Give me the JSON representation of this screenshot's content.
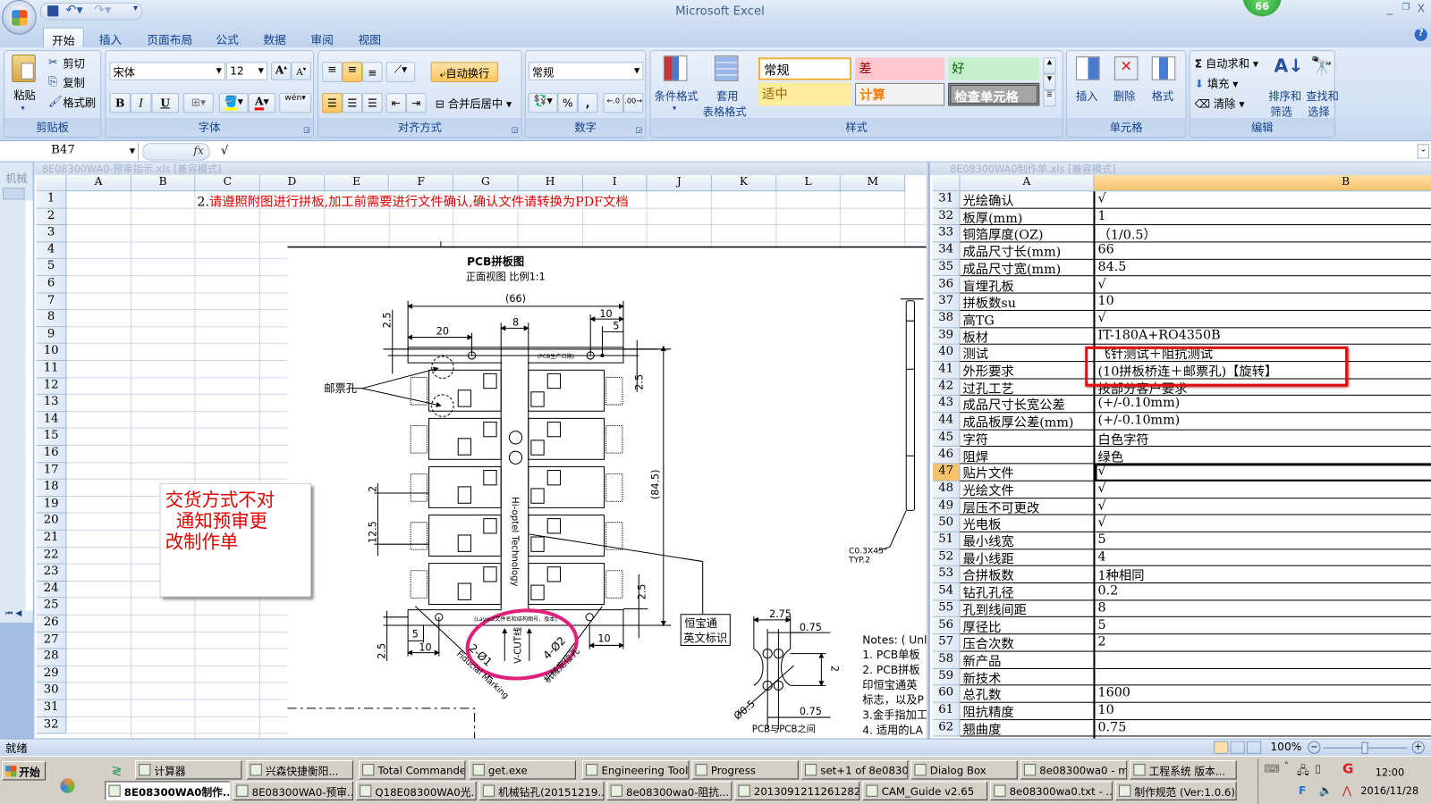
{
  "app": {
    "title": "Microsoft Excel",
    "badge": "66"
  },
  "tabs": [
    "开始",
    "插入",
    "页面布局",
    "公式",
    "数据",
    "审阅",
    "视图"
  ],
  "ribbon": {
    "clipboard": {
      "paste": "粘贴",
      "cut": "剪切",
      "copy": "复制",
      "format_painter": "格式刷",
      "label": "剪贴板"
    },
    "font": {
      "name": "宋体",
      "size": "12",
      "bold": "B",
      "italic": "I",
      "underline": "U",
      "phonetic": "wén",
      "label": "字体"
    },
    "alignment": {
      "wrap_text": "自动换行",
      "merge_center": "合并后居中",
      "label": "对齐方式"
    },
    "number": {
      "format": "常规",
      "percent": "%",
      "comma": ",",
      "label": "数字"
    },
    "styles": {
      "conditional": "条件格式",
      "table1": "套用",
      "table2": "表格格式",
      "normal": "常规",
      "bad": "差",
      "good": "好",
      "neutral": "适中",
      "calculation": "计算",
      "check_cell": "检查单元格",
      "label": "样式"
    },
    "cells": {
      "insert": "插入",
      "delete": "删除",
      "format": "格式",
      "label": "单元格"
    },
    "editing": {
      "autosum": "自动求和",
      "fill": "填充",
      "clear": "清除",
      "sort1": "排序和",
      "sort2": "筛选",
      "find1": "查找和",
      "find2": "选择",
      "label": "编辑"
    }
  },
  "formula_bar": {
    "name_box": "B47",
    "fx": "fx",
    "content": "√"
  },
  "left_window": {
    "mini_title": "机械",
    "title": "8E08300WA0-预审指示.xls [兼容模式]",
    "columns": [
      "A",
      "B",
      "C",
      "D",
      "E",
      "F",
      "G",
      "H",
      "I",
      "J",
      "K",
      "L",
      "M"
    ],
    "row_start": 1,
    "row_count": 32,
    "row1_prefix": "2.",
    "row1_text": "请遵照附图进行拼板,加工前需要进行文件确认,确认文件请转换为PDF文档",
    "note_lines": [
      "交货方式不对",
      "通知预审更",
      "改制作单"
    ]
  },
  "drawing": {
    "title": "PCB拼板图",
    "subtitle": "正面视图 比例1:1",
    "d66": "(66)",
    "d20": "20",
    "d8": "8",
    "d10a": "10",
    "d5a": "5",
    "d25a": "2.5",
    "d25b": "2.5",
    "d845": "(84.5)",
    "d2": "2",
    "d125": "12.5",
    "d25c": "2.5",
    "d5b": "5",
    "d10b": "10",
    "d10c": "10",
    "d25d": "2.5",
    "stamp_hole": "邮票孔",
    "pcb_date": "(PCB生产日期)",
    "layout_note": "(Layout文件名和结构图号、版本)",
    "company": "Hi-optel Technology",
    "vcut": "V-CUT线",
    "fid1": "2-Ø1",
    "fid2": "Fiducial Marking",
    "hole1": "4-Ø2",
    "hole2": "机械定位孔",
    "label1": "恒宝通",
    "label2": "英文标识",
    "chamfer1": "C0.3X45°",
    "chamfer2": "TYP.2",
    "det275": "2.75",
    "det075a": "0.75",
    "det2": "2",
    "det05": "Ø0.5",
    "det075b": "0.75",
    "det_caption": "PCB与PCB之间",
    "notes": [
      "Notes: ( Unle",
      "1. PCB单板",
      "2. PCB拼板",
      "印恒宝通英",
      "标志，以及P",
      "3.金手指加工",
      "4. 适用的LA"
    ]
  },
  "right_window": {
    "title": "8E08300WA0制作单.xls [兼容模式]",
    "columns": [
      "A",
      "B"
    ],
    "selected_row": 47,
    "rows": [
      [
        "31",
        "光绘确认",
        "√"
      ],
      [
        "32",
        "板厚(mm)",
        "1"
      ],
      [
        "33",
        "铜箔厚度(OZ)",
        "（1/0.5）"
      ],
      [
        "34",
        "成品尺寸长(mm)",
        "66"
      ],
      [
        "35",
        "成品尺寸宽(mm)",
        "84.5"
      ],
      [
        "36",
        "盲埋孔板",
        "√"
      ],
      [
        "37",
        "拼板数su",
        "10"
      ],
      [
        "38",
        "高TG",
        "√"
      ],
      [
        "39",
        "板材",
        "IT-180A+RO4350B"
      ],
      [
        "40",
        "测试",
        "飞针测试＋阻抗测试"
      ],
      [
        "41",
        "外形要求",
        "(10拼板桥连＋邮票孔)【旋转】"
      ],
      [
        "42",
        "过孔工艺",
        "按部分客户要求"
      ],
      [
        "43",
        "成品尺寸长宽公差",
        "(+/-0.10mm)"
      ],
      [
        "44",
        "成品板厚公差(mm)",
        "(+/-0.10mm)"
      ],
      [
        "45",
        "字符",
        "白色字符"
      ],
      [
        "46",
        "阻焊",
        "绿色"
      ],
      [
        "47",
        "贴片文件",
        "√"
      ],
      [
        "48",
        "光绘文件",
        "√"
      ],
      [
        "49",
        "层压不可更改",
        "√"
      ],
      [
        "50",
        "光电板",
        "√"
      ],
      [
        "51",
        "最小线宽",
        "5"
      ],
      [
        "52",
        "最小线距",
        "4"
      ],
      [
        "53",
        "合拼板数",
        "1种相同"
      ],
      [
        "54",
        "钻孔孔径",
        "0.2"
      ],
      [
        "55",
        "孔到线间距",
        "8"
      ],
      [
        "56",
        "厚径比",
        "5"
      ],
      [
        "57",
        "压合次数",
        "2"
      ],
      [
        "58",
        "新产品",
        ""
      ],
      [
        "59",
        "新技术",
        ""
      ],
      [
        "60",
        "总孔数",
        "1600"
      ],
      [
        "61",
        "阻抗精度",
        "10"
      ],
      [
        "62",
        "翘曲度",
        "0.75"
      ]
    ]
  },
  "status": {
    "text": "就绪",
    "zoom": "100%"
  },
  "taskbar": {
    "start": "开始",
    "row1": [
      "计算器",
      "兴森快捷衡阳...",
      "Total Commande...",
      "get.exe",
      "Engineering Tool...",
      "Progress",
      "set+1 of 8e0830...",
      "Dialog Box",
      "8e08300wa0 - m...",
      "工程系统  版本..."
    ],
    "row2": [
      "8E08300WA0制作...",
      "8E08300WA0-预审...",
      "Q18E08300WA0光...",
      "机械钻孔(20151219...",
      "8e08300wa0-阻抗...",
      "2013091211261282...",
      "CAM_Guide v2.65",
      "8e08300wa0.txt - ...",
      "制作规范 (Ver:1.0.6)"
    ],
    "time": "12:00",
    "date": "2016/11/28"
  },
  "colors": {
    "accent_red": "#e00000",
    "highlight_box": "#e01010",
    "ellipse": "#e0207a",
    "selected_header": "#f8c26a"
  }
}
